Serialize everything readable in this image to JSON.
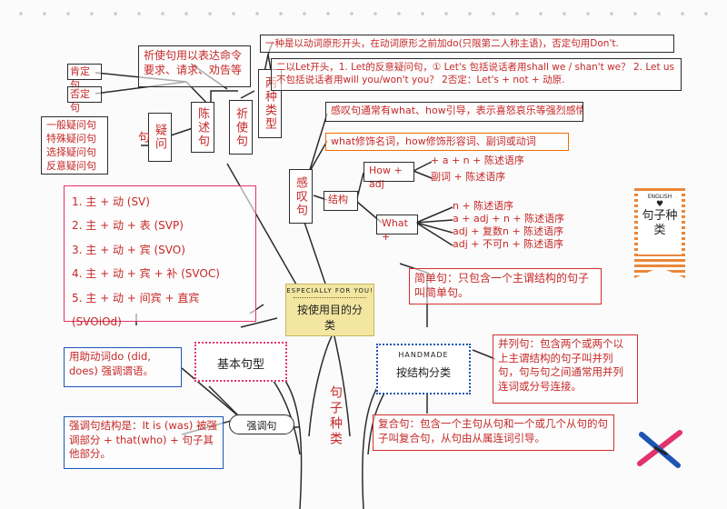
{
  "colors": {
    "ink": "#c62828",
    "line": "#2b2b2b",
    "pink": "#e3326e",
    "orange": "#ef6c00",
    "blue": "#1e55b3",
    "stripe": "#e9873a"
  },
  "imperative": {
    "label": "祈使句",
    "feature": "祈使句用以表达命令要求、请求、劝告等",
    "types_label": "两种类型",
    "type1": "一种是以动词原形开头，在动词原形之前加do(只限第二人称主语)，否定句用Don't.",
    "type2": "二以Let开头，1. Let的反意疑问句，① Let's 包括说话者用shall we / shan't we？ 2. Let us 不包括说话者用will you/won't you？ 2否定：Let's + not + 动原."
  },
  "declarative": {
    "label": "陈述句",
    "items": [
      "肯定句",
      "否定句"
    ]
  },
  "interrogative": {
    "label": "疑问句",
    "items": [
      "一般疑问句",
      "特殊疑问句",
      "选择疑问句",
      "反意疑问句"
    ]
  },
  "exclamatory": {
    "label": "感叹句",
    "note": "感叹句通常有what、how引导，表示喜怒哀乐等强烈感情",
    "modify": "what修饰名词，how修饰形容词、副词或动词",
    "structure_label": "结构",
    "how_label": "How + adj",
    "how_items": [
      "+ a + n + 陈述语序",
      "副词 + 陈述语序"
    ],
    "what_label": "What +",
    "what_items": [
      "n + 陈述语序",
      "a + adj + n + 陈述语序",
      "adj + 复数n + 陈述语序",
      "adj + 不可n + 陈述语序"
    ]
  },
  "basic": {
    "label": "基本句型",
    "patterns": [
      "1. 主 + 动 (SV)",
      "2. 主 + 动 + 表 (SVP)",
      "3. 主 + 动 + 宾 (SVO)",
      "4. 主 + 动 + 宾 + 补 (SVOC)",
      "5. 主 + 动 + 间宾 + 直宾 (SVOiOd)"
    ]
  },
  "use": {
    "tag": "ESPECIALLY FOR YOU!",
    "label": "按使用目的分类"
  },
  "structure": {
    "tag": "HANDMADE",
    "label": "按结构分类",
    "simple": "简单句：只包含一个主谓结构的句子叫简单句。",
    "compound": "并列句：包含两个或两个以上主谓结构的句子叫并列句，句与句之间通常用并列连词或分号连接。",
    "complex": "复合句：包含一个主句从句和一个或几个从句的句子叫复合句，从句由从属连词引导。"
  },
  "emphasis": {
    "label": "强调句",
    "note1": "用助动词do (did, does) 强调谓语。",
    "note2": "强调句结构是：It is (was) 被强调部分 + that(who) + 句子其他部分。"
  },
  "center": "句子种类",
  "badge": {
    "tag": "ENGLISH",
    "title": "句子种类"
  }
}
